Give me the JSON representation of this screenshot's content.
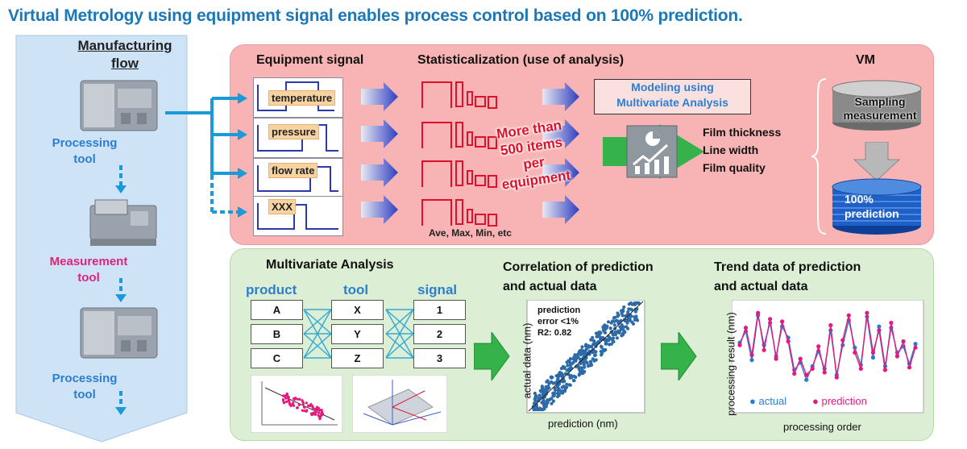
{
  "title": "Virtual Metrology using equipment signal enables process control based on 100% prediction.",
  "flow": {
    "heading_line1": "Manufacturing",
    "heading_line2": "flow",
    "tool1_line1": "Processing",
    "tool1_line2": "tool",
    "tool2_line1": "Measurement",
    "tool2_line2": "tool",
    "tool3_line1": "Processing",
    "tool3_line2": "tool"
  },
  "top": {
    "equipment_signal": "Equipment signal",
    "statisticalization": "Statisticalization (use of analysis)",
    "vm": "VM",
    "signals": [
      "temperature",
      "pressure",
      "flow rate",
      "XXX"
    ],
    "stats_note": "Ave, Max, Min, etc",
    "items_line1": "More than",
    "items_line2": "500 items",
    "items_line3": "per",
    "items_line4": "equipment",
    "modeling_line1": "Modeling using",
    "modeling_line2": "Multivariate Analysis",
    "results": [
      "Film thickness",
      "Line width",
      "Film quality"
    ],
    "sampling_line1": "Sampling",
    "sampling_line2": "measurement",
    "prediction_line1": "100%",
    "prediction_line2": "prediction"
  },
  "bottom": {
    "mva_title": "Multivariate Analysis",
    "col_product": "product",
    "col_tool": "tool",
    "col_signal": "signal",
    "products": [
      "A",
      "B",
      "C"
    ],
    "tools": [
      "X",
      "Y",
      "Z"
    ],
    "signals": [
      "1",
      "2",
      "3"
    ],
    "corr_title_line1": "Correlation of prediction",
    "corr_title_line2": "and actual data",
    "corr_note_line1": "prediction",
    "corr_note_line2": "error <1%",
    "corr_note_line3": "R2: 0.82",
    "corr_ylabel": "actual data (nm)",
    "corr_xlabel": "prediction (nm)",
    "trend_title_line1": "Trend data of prediction",
    "trend_title_line2": "and actual data",
    "trend_ylabel": "processing result (nm)",
    "trend_xlabel": "processing order",
    "legend_actual": "actual",
    "legend_prediction": "prediction"
  },
  "colors": {
    "title": "#1a78b8",
    "flow_band": "#cfe3f7",
    "top_panel": "#f8b4b4",
    "bottom_panel": "#dcefd4",
    "arrow_blue": "#1a9ad8",
    "arrow_green": "#35b24a",
    "actual": "#2b7bd0",
    "prediction": "#e5197c",
    "items_text": "#e0102a"
  },
  "chart_data": [
    {
      "type": "scatter",
      "title": "",
      "xlabel": "prediction (nm)",
      "ylabel": "actual data (nm)",
      "series": [
        {
          "name": "",
          "values": []
        }
      ]
    },
    {
      "type": "line",
      "xlabel": "processing order",
      "ylabel": "processing result (nm)",
      "x": [
        1,
        2,
        3,
        4,
        5,
        6,
        7,
        8,
        9,
        10,
        11,
        12,
        13,
        14,
        15,
        16,
        17,
        18,
        19,
        20,
        21,
        22,
        23,
        24,
        25,
        26,
        27,
        28,
        29,
        30
      ],
      "series": [
        {
          "name": "actual",
          "values": [
            5.2,
            6.1,
            3.8,
            7.4,
            5.0,
            6.8,
            4.1,
            6.5,
            5.6,
            3.0,
            3.6,
            2.2,
            3.3,
            4.5,
            3.1,
            6.2,
            2.6,
            5.0,
            7.0,
            4.8,
            3.4,
            7.3,
            4.0,
            6.5,
            3.3,
            6.4,
            4.4,
            4.9,
            3.5,
            5.1
          ]
        },
        {
          "name": "prediction",
          "values": [
            5.0,
            6.4,
            4.2,
            7.6,
            4.6,
            7.1,
            3.9,
            6.9,
            5.3,
            2.7,
            3.9,
            2.6,
            3.1,
            4.9,
            2.8,
            6.6,
            2.4,
            5.4,
            7.4,
            4.4,
            3.1,
            7.6,
            4.4,
            6.2,
            3.0,
            6.8,
            4.1,
            5.3,
            3.2,
            4.8
          ]
        }
      ]
    }
  ]
}
